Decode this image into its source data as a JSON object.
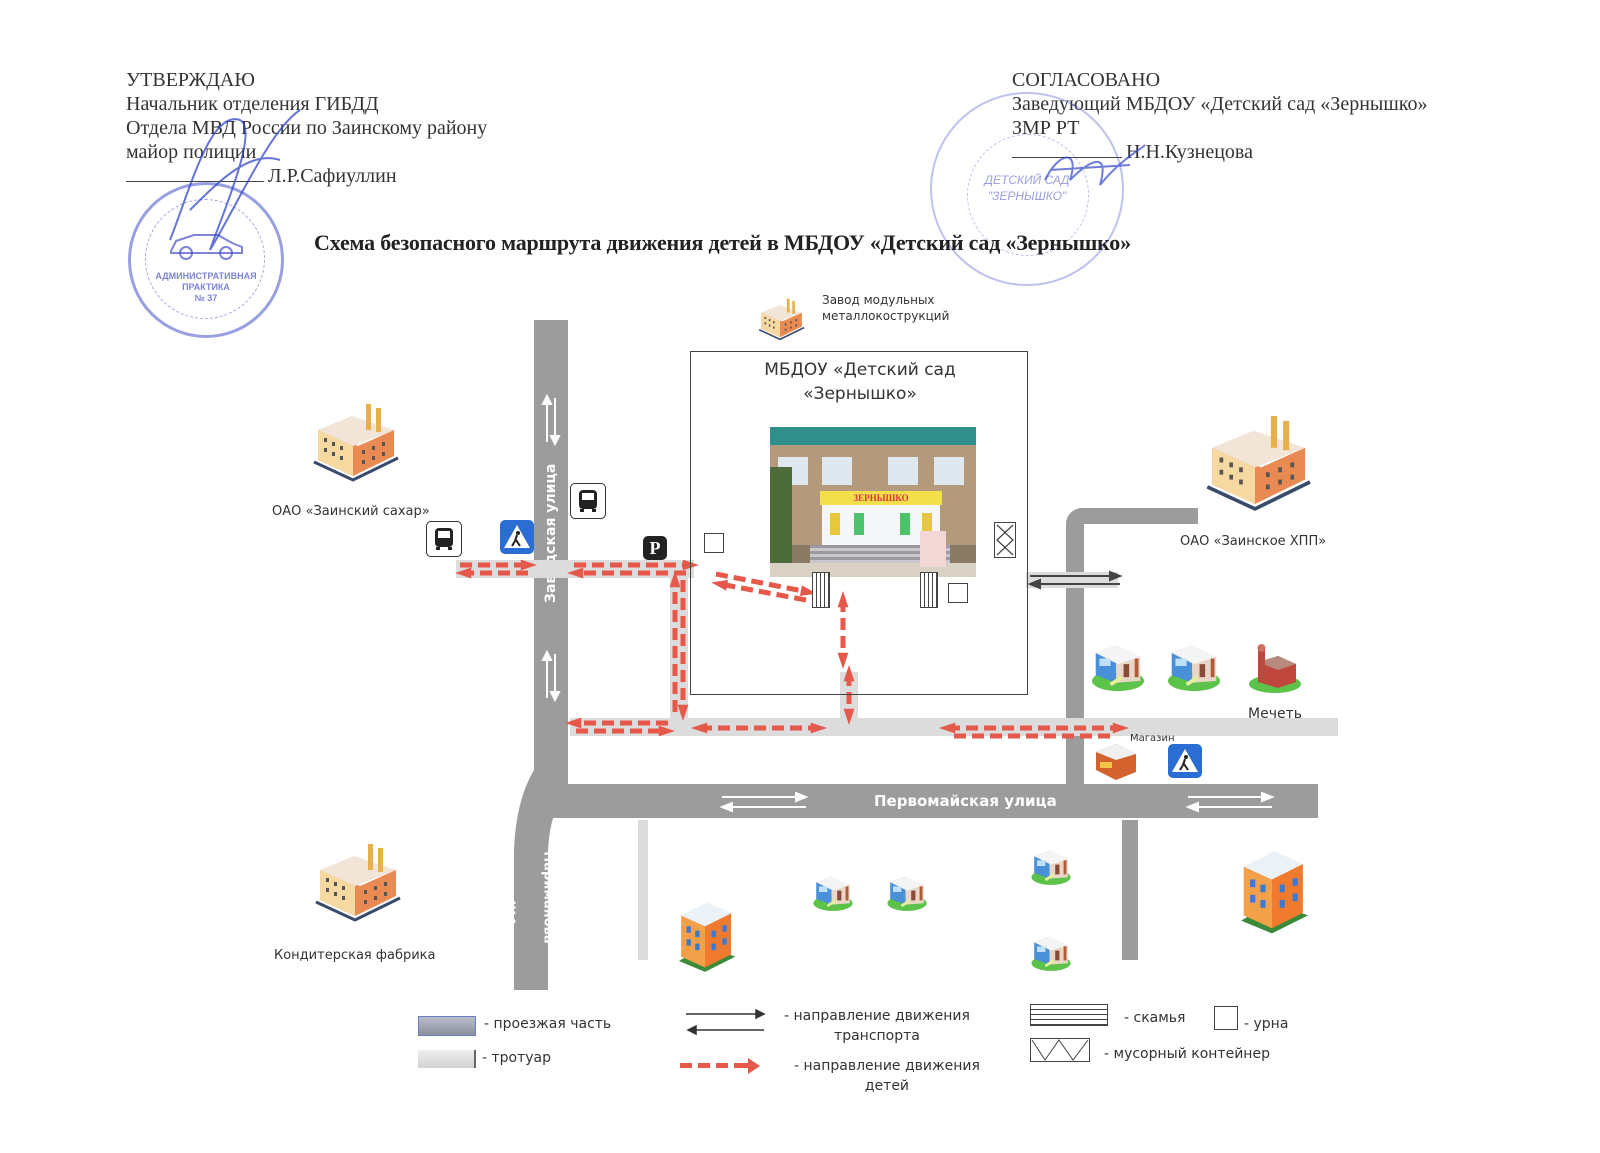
{
  "approval": {
    "heading": "УТВЕРЖДАЮ",
    "line1": "Начальник отделения ГИБДД",
    "line2": "Отдела МВД России по Заинскому району",
    "line3": "майор полиции",
    "signatory": "Л.Р.Сафиуллин",
    "stamp_text1": "АДМИНИСТРАТИВНАЯ",
    "stamp_text2": "ПРАКТИКА",
    "stamp_text3": "№ 37"
  },
  "agreement": {
    "heading": "СОГЛАСОВАНО",
    "line1": "Заведующий МБДОУ «Детский сад «Зернышко»",
    "line2": "ЗМР РТ",
    "signatory": "Н.Н.Кузнецова",
    "stamp_text1": "ДЕТСКИЙ САД",
    "stamp_text2": "\"ЗЕРНЫШКО\""
  },
  "title": "Схема безопасного маршрута движения детей в МБДОУ «Детский сад «Зернышко»",
  "map": {
    "kindergarten": {
      "name_line1": "МБДОУ «Детский сад",
      "name_line2": "«Зернышко»",
      "sign_text": "ЗЕРНЫШКО"
    },
    "streets": {
      "zavodskaya": "Заводская улица",
      "pervomayskaya": "Первомайская улица",
      "narimanova_prefix": "Ул.",
      "narimanova": "Нариманова"
    },
    "landmarks": [
      {
        "id": "zavod",
        "label": "Завод модульных металлокострукций",
        "label_line1": "Завод модульных",
        "label_line2": "металлокострукций",
        "icon": "factory-icon"
      },
      {
        "id": "sakhar",
        "label": "ОАО «Заинский сахар»",
        "icon": "factory-icon"
      },
      {
        "id": "hpp",
        "label": "ОАО «Заинское ХПП»",
        "icon": "factory-icon"
      },
      {
        "id": "konditer",
        "label": "Кондитерская фабрика",
        "icon": "factory-icon"
      },
      {
        "id": "mosque",
        "label": "Мечеть",
        "icon": "mosque-icon"
      },
      {
        "id": "shop",
        "label": "Магазин",
        "icon": "shop-icon"
      }
    ],
    "signs": {
      "parking": "P"
    }
  },
  "legend": {
    "roadway": "- проезжая часть",
    "sidewalk": "- тротуар",
    "traffic_direction_line1": "- направление движения",
    "traffic_direction_line2": "транспорта",
    "children_direction_line1": "- направление движения",
    "children_direction_line2": "детей",
    "bench": "- скамья",
    "urn": "- урна",
    "container": "- мусорный контейнер"
  },
  "colors": {
    "road": "#9c9c9c",
    "sidewalk": "#dcdcdc",
    "route": "#e5584a",
    "stamp": "#4650c8",
    "ped_sign": "#2a6ed4"
  }
}
